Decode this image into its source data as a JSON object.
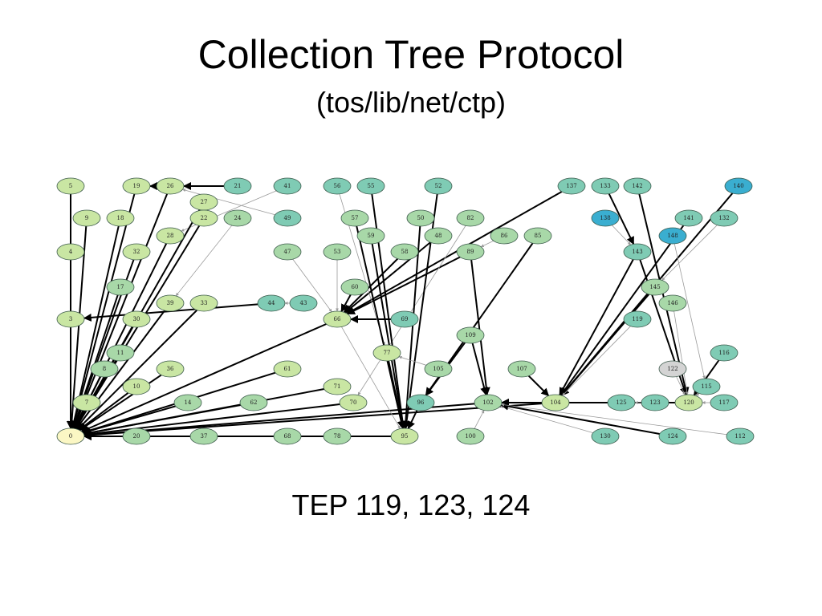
{
  "slide": {
    "title": "Collection Tree Protocol",
    "subtitle": "(tos/lib/net/ctp)",
    "footer": "TEP 119, 123, 124"
  },
  "colors": {
    "light_green": "#c9e6a3",
    "mid_green": "#a8d8a8",
    "teal": "#7fcbb4",
    "deep_teal": "#5ec0b4",
    "cyan": "#3aaed0",
    "root": "#fbf7c4",
    "grey": "#d4d4d4"
  },
  "graph": {
    "nodes": [
      {
        "id": "0",
        "label": "0",
        "color": "root"
      },
      {
        "id": "5",
        "label": "5",
        "color": "light_green"
      },
      {
        "id": "19",
        "label": "19",
        "color": "light_green"
      },
      {
        "id": "26",
        "label": "26",
        "color": "light_green"
      },
      {
        "id": "21",
        "label": "21",
        "color": "teal"
      },
      {
        "id": "41",
        "label": "41",
        "color": "teal"
      },
      {
        "id": "56",
        "label": "56",
        "color": "teal"
      },
      {
        "id": "55",
        "label": "55",
        "color": "teal"
      },
      {
        "id": "52",
        "label": "52",
        "color": "teal"
      },
      {
        "id": "137",
        "label": "137",
        "color": "teal"
      },
      {
        "id": "133",
        "label": "133",
        "color": "teal"
      },
      {
        "id": "142",
        "label": "142",
        "color": "teal"
      },
      {
        "id": "140",
        "label": "140",
        "color": "cyan"
      },
      {
        "id": "27",
        "label": "27",
        "color": "light_green"
      },
      {
        "id": "9",
        "label": "9",
        "color": "light_green"
      },
      {
        "id": "18",
        "label": "18",
        "color": "light_green"
      },
      {
        "id": "22",
        "label": "22",
        "color": "light_green"
      },
      {
        "id": "24",
        "label": "24",
        "color": "mid_green"
      },
      {
        "id": "49",
        "label": "49",
        "color": "teal"
      },
      {
        "id": "57",
        "label": "57",
        "color": "mid_green"
      },
      {
        "id": "50",
        "label": "50",
        "color": "mid_green"
      },
      {
        "id": "82",
        "label": "82",
        "color": "mid_green"
      },
      {
        "id": "138",
        "label": "138",
        "color": "cyan"
      },
      {
        "id": "141",
        "label": "141",
        "color": "teal"
      },
      {
        "id": "132",
        "label": "132",
        "color": "teal"
      },
      {
        "id": "28",
        "label": "28",
        "color": "light_green"
      },
      {
        "id": "59",
        "label": "59",
        "color": "mid_green"
      },
      {
        "id": "48",
        "label": "48",
        "color": "mid_green"
      },
      {
        "id": "86",
        "label": "86",
        "color": "mid_green"
      },
      {
        "id": "85",
        "label": "85",
        "color": "mid_green"
      },
      {
        "id": "148",
        "label": "148",
        "color": "cyan"
      },
      {
        "id": "4",
        "label": "4",
        "color": "light_green"
      },
      {
        "id": "32",
        "label": "32",
        "color": "light_green"
      },
      {
        "id": "47",
        "label": "47",
        "color": "mid_green"
      },
      {
        "id": "53",
        "label": "53",
        "color": "mid_green"
      },
      {
        "id": "58",
        "label": "58",
        "color": "mid_green"
      },
      {
        "id": "89",
        "label": "89",
        "color": "mid_green"
      },
      {
        "id": "143",
        "label": "143",
        "color": "teal"
      },
      {
        "id": "17",
        "label": "17",
        "color": "mid_green"
      },
      {
        "id": "60",
        "label": "60",
        "color": "mid_green"
      },
      {
        "id": "145",
        "label": "145",
        "color": "mid_green"
      },
      {
        "id": "39",
        "label": "39",
        "color": "light_green"
      },
      {
        "id": "33",
        "label": "33",
        "color": "light_green"
      },
      {
        "id": "44",
        "label": "44",
        "color": "teal"
      },
      {
        "id": "43",
        "label": "43",
        "color": "teal"
      },
      {
        "id": "146",
        "label": "146",
        "color": "mid_green"
      },
      {
        "id": "3",
        "label": "3",
        "color": "light_green"
      },
      {
        "id": "30",
        "label": "30",
        "color": "light_green"
      },
      {
        "id": "66",
        "label": "66",
        "color": "light_green"
      },
      {
        "id": "69",
        "label": "69",
        "color": "teal"
      },
      {
        "id": "119",
        "label": "119",
        "color": "teal"
      },
      {
        "id": "109",
        "label": "109",
        "color": "mid_green"
      },
      {
        "id": "11",
        "label": "11",
        "color": "mid_green"
      },
      {
        "id": "77",
        "label": "77",
        "color": "light_green"
      },
      {
        "id": "116",
        "label": "116",
        "color": "teal"
      },
      {
        "id": "8",
        "label": "8",
        "color": "mid_green"
      },
      {
        "id": "36",
        "label": "36",
        "color": "light_green"
      },
      {
        "id": "61",
        "label": "61",
        "color": "light_green"
      },
      {
        "id": "105",
        "label": "105",
        "color": "mid_green"
      },
      {
        "id": "107",
        "label": "107",
        "color": "mid_green"
      },
      {
        "id": "122",
        "label": "122",
        "color": "grey"
      },
      {
        "id": "10",
        "label": "10",
        "color": "light_green"
      },
      {
        "id": "71",
        "label": "71",
        "color": "light_green"
      },
      {
        "id": "115",
        "label": "115",
        "color": "teal"
      },
      {
        "id": "7",
        "label": "7",
        "color": "light_green"
      },
      {
        "id": "14",
        "label": "14",
        "color": "mid_green"
      },
      {
        "id": "62",
        "label": "62",
        "color": "mid_green"
      },
      {
        "id": "70",
        "label": "70",
        "color": "light_green"
      },
      {
        "id": "96",
        "label": "96",
        "color": "teal"
      },
      {
        "id": "102",
        "label": "102",
        "color": "mid_green"
      },
      {
        "id": "104",
        "label": "104",
        "color": "light_green"
      },
      {
        "id": "125",
        "label": "125",
        "color": "teal"
      },
      {
        "id": "123",
        "label": "123",
        "color": "teal"
      },
      {
        "id": "120",
        "label": "120",
        "color": "light_green"
      },
      {
        "id": "117",
        "label": "117",
        "color": "teal"
      },
      {
        "id": "20",
        "label": "20",
        "color": "mid_green"
      },
      {
        "id": "37",
        "label": "37",
        "color": "mid_green"
      },
      {
        "id": "68",
        "label": "68",
        "color": "mid_green"
      },
      {
        "id": "78",
        "label": "78",
        "color": "mid_green"
      },
      {
        "id": "95",
        "label": "95",
        "color": "light_green"
      },
      {
        "id": "100",
        "label": "100",
        "color": "mid_green"
      },
      {
        "id": "130",
        "label": "130",
        "color": "teal"
      },
      {
        "id": "124",
        "label": "124",
        "color": "teal"
      },
      {
        "id": "112",
        "label": "112",
        "color": "teal"
      }
    ],
    "edges": [
      {
        "from": "5",
        "to": "0",
        "weight": "strong"
      },
      {
        "from": "19",
        "to": "0",
        "weight": "strong"
      },
      {
        "from": "26",
        "to": "19",
        "weight": "strong"
      },
      {
        "from": "21",
        "to": "26",
        "weight": "strong"
      },
      {
        "from": "26",
        "to": "0",
        "weight": "strong"
      },
      {
        "from": "41",
        "to": "28",
        "weight": "weak"
      },
      {
        "from": "49",
        "to": "26",
        "weight": "weak"
      },
      {
        "from": "27",
        "to": "0",
        "weight": "strong"
      },
      {
        "from": "9",
        "to": "0",
        "weight": "strong"
      },
      {
        "from": "18",
        "to": "0",
        "weight": "strong"
      },
      {
        "from": "22",
        "to": "0",
        "weight": "strong"
      },
      {
        "from": "24",
        "to": "39",
        "weight": "weak"
      },
      {
        "from": "28",
        "to": "0",
        "weight": "strong"
      },
      {
        "from": "4",
        "to": "0",
        "weight": "strong"
      },
      {
        "from": "32",
        "to": "0",
        "weight": "strong"
      },
      {
        "from": "17",
        "to": "0",
        "weight": "strong"
      },
      {
        "from": "43",
        "to": "44",
        "weight": "weak"
      },
      {
        "from": "44",
        "to": "3",
        "weight": "strong"
      },
      {
        "from": "33",
        "to": "0",
        "weight": "strong"
      },
      {
        "from": "39",
        "to": "0",
        "weight": "strong"
      },
      {
        "from": "3",
        "to": "0",
        "weight": "strong"
      },
      {
        "from": "30",
        "to": "0",
        "weight": "strong"
      },
      {
        "from": "11",
        "to": "0",
        "weight": "strong"
      },
      {
        "from": "8",
        "to": "0",
        "weight": "strong"
      },
      {
        "from": "36",
        "to": "0",
        "weight": "strong"
      },
      {
        "from": "10",
        "to": "0",
        "weight": "strong"
      },
      {
        "from": "61",
        "to": "0",
        "weight": "strong"
      },
      {
        "from": "71",
        "to": "0",
        "weight": "strong"
      },
      {
        "from": "7",
        "to": "0",
        "weight": "strong"
      },
      {
        "from": "14",
        "to": "0",
        "weight": "strong"
      },
      {
        "from": "62",
        "to": "0",
        "weight": "strong"
      },
      {
        "from": "70",
        "to": "0",
        "weight": "strong"
      },
      {
        "from": "20",
        "to": "0",
        "weight": "strong"
      },
      {
        "from": "37",
        "to": "0",
        "weight": "strong"
      },
      {
        "from": "68",
        "to": "0",
        "weight": "strong"
      },
      {
        "from": "78",
        "to": "0",
        "weight": "strong"
      },
      {
        "from": "95",
        "to": "0",
        "weight": "strong"
      },
      {
        "from": "66",
        "to": "0",
        "weight": "strong"
      },
      {
        "from": "102",
        "to": "0",
        "weight": "strong"
      },
      {
        "from": "104",
        "to": "0",
        "weight": "strong"
      },
      {
        "from": "47",
        "to": "66",
        "weight": "weak"
      },
      {
        "from": "53",
        "to": "66",
        "weight": "weak"
      },
      {
        "from": "60",
        "to": "66",
        "weight": "strong"
      },
      {
        "from": "69",
        "to": "66",
        "weight": "strong"
      },
      {
        "from": "58",
        "to": "66",
        "weight": "strong"
      },
      {
        "from": "89",
        "to": "66",
        "weight": "strong"
      },
      {
        "from": "137",
        "to": "66",
        "weight": "strong"
      },
      {
        "from": "48",
        "to": "66",
        "weight": "strong"
      },
      {
        "from": "82",
        "to": "70",
        "weight": "weak"
      },
      {
        "from": "56",
        "to": "77",
        "weight": "weak"
      },
      {
        "from": "55",
        "to": "95",
        "weight": "strong"
      },
      {
        "from": "57",
        "to": "95",
        "weight": "strong"
      },
      {
        "from": "59",
        "to": "95",
        "weight": "strong"
      },
      {
        "from": "52",
        "to": "95",
        "weight": "strong"
      },
      {
        "from": "50",
        "to": "95",
        "weight": "strong"
      },
      {
        "from": "77",
        "to": "95",
        "weight": "strong"
      },
      {
        "from": "66",
        "to": "95",
        "weight": "weak"
      },
      {
        "from": "96",
        "to": "95",
        "weight": "strong"
      },
      {
        "from": "105",
        "to": "77",
        "weight": "weak"
      },
      {
        "from": "86",
        "to": "89",
        "weight": "weak"
      },
      {
        "from": "89",
        "to": "102",
        "weight": "strong"
      },
      {
        "from": "109",
        "to": "102",
        "weight": "strong"
      },
      {
        "from": "85",
        "to": "96",
        "weight": "strong"
      },
      {
        "from": "109",
        "to": "96",
        "weight": "strong"
      },
      {
        "from": "100",
        "to": "102",
        "weight": "weak"
      },
      {
        "from": "107",
        "to": "104",
        "weight": "strong"
      },
      {
        "from": "104",
        "to": "102",
        "weight": "strong"
      },
      {
        "from": "125",
        "to": "102",
        "weight": "strong"
      },
      {
        "from": "120",
        "to": "102",
        "weight": "strong"
      },
      {
        "from": "123",
        "to": "125",
        "weight": "weak"
      },
      {
        "from": "117",
        "to": "120",
        "weight": "weak"
      },
      {
        "from": "130",
        "to": "102",
        "weight": "weak"
      },
      {
        "from": "124",
        "to": "102",
        "weight": "strong"
      },
      {
        "from": "112",
        "to": "102",
        "weight": "weak"
      },
      {
        "from": "133",
        "to": "143",
        "weight": "strong"
      },
      {
        "from": "138",
        "to": "143",
        "weight": "weak"
      },
      {
        "from": "143",
        "to": "120",
        "weight": "strong"
      },
      {
        "from": "142",
        "to": "120",
        "weight": "strong"
      },
      {
        "from": "140",
        "to": "104",
        "weight": "strong"
      },
      {
        "from": "141",
        "to": "104",
        "weight": "strong"
      },
      {
        "from": "132",
        "to": "145",
        "weight": "weak"
      },
      {
        "from": "145",
        "to": "104",
        "weight": "strong"
      },
      {
        "from": "143",
        "to": "104",
        "weight": "strong"
      },
      {
        "from": "146",
        "to": "120",
        "weight": "weak"
      },
      {
        "from": "148",
        "to": "115",
        "weight": "weak"
      },
      {
        "from": "116",
        "to": "120",
        "weight": "strong"
      },
      {
        "from": "122",
        "to": "120",
        "weight": "weak"
      },
      {
        "from": "115",
        "to": "120",
        "weight": "weak"
      },
      {
        "from": "119",
        "to": "104",
        "weight": "weak"
      }
    ]
  }
}
